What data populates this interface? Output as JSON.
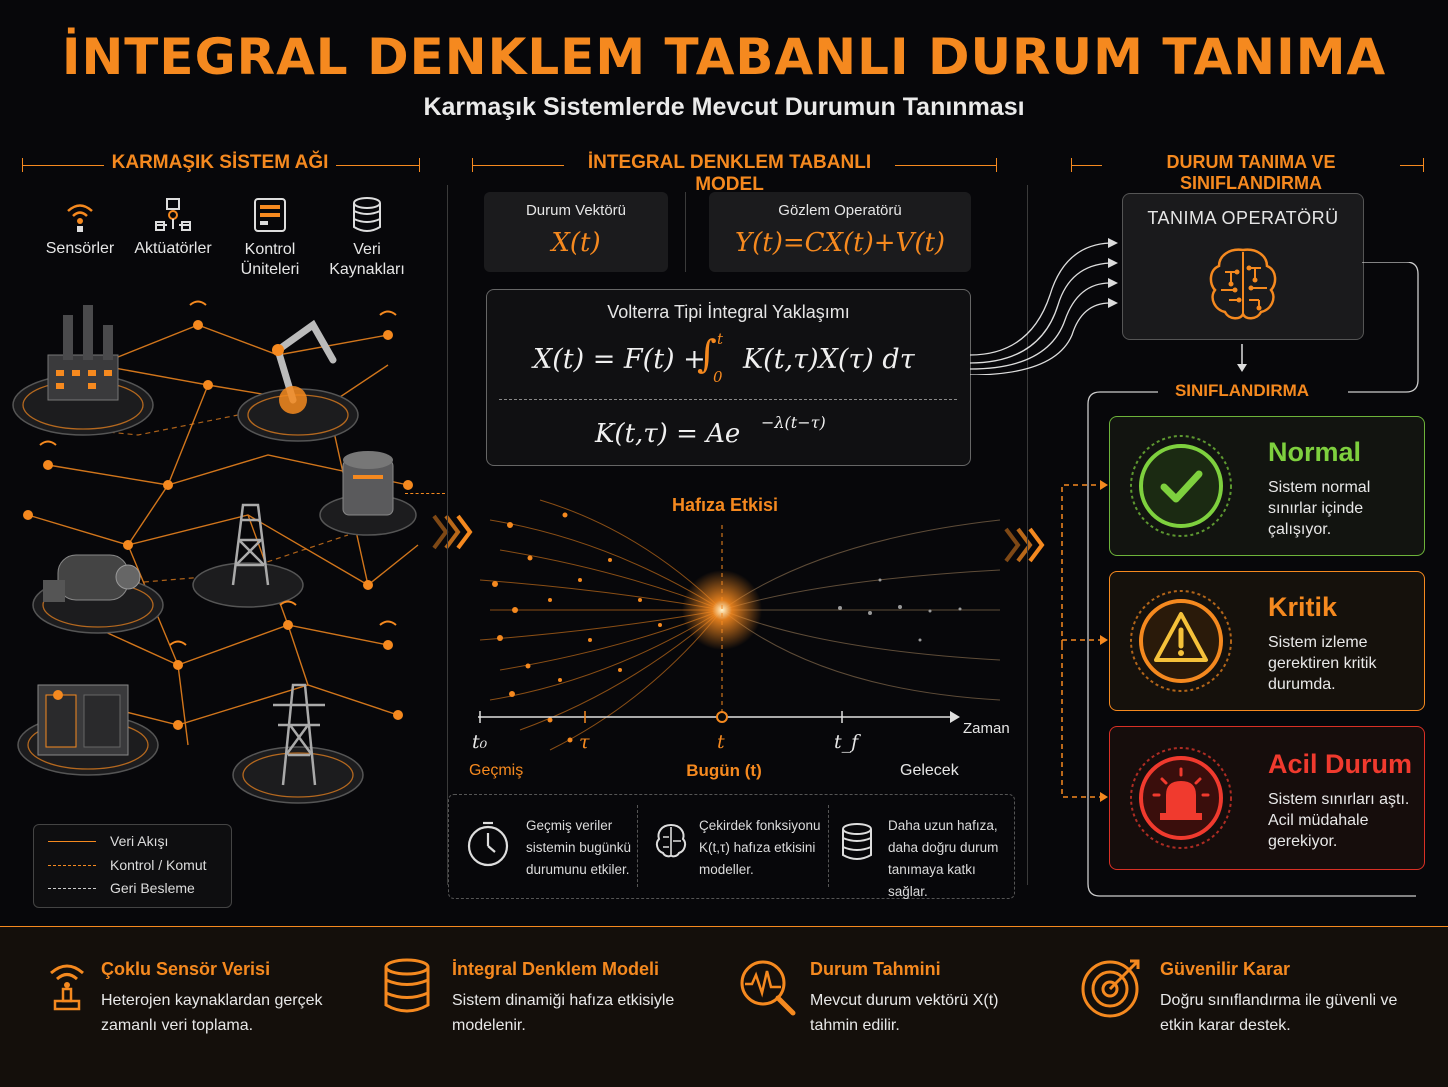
{
  "header": {
    "title": "İNTEGRAL DENKLEM TABANLI DURUM TANIMA",
    "subtitle": "Karmaşık Sistemlerde Mevcut Durumun Tanınması"
  },
  "left": {
    "heading": "KARMAŞIK SİSTEM AĞI",
    "icons": [
      {
        "icon": "wifi-sensor-icon",
        "label": "Sensörler"
      },
      {
        "icon": "actuator-icon",
        "label": "Aktüatörler"
      },
      {
        "icon": "control-unit-icon",
        "label": "Kontrol Üniteleri"
      },
      {
        "icon": "database-icon",
        "label": "Veri Kaynakları"
      }
    ],
    "legend": {
      "flow": "Veri Akışı",
      "control": "Kontrol / Komut",
      "feedback": "Geri Besleme"
    }
  },
  "middle": {
    "heading": "İNTEGRAL DENKLEM TABANLI MODEL",
    "state_label": "Durum Vektörü",
    "state_formula": "X(t)",
    "obs_label": "Gözlem Operatörü",
    "obs_formula": "Y(t)=CX(t)+V(t)",
    "volterra_title": "Volterra Tipi İntegral Yaklaşımı",
    "volterra_formula_lhs": "X(t) = F(t) + ",
    "volterra_formula_rhs": "K(t,τ)X(τ) dτ",
    "int_upper": "t",
    "int_lower": "0",
    "kernel_formula": "K(t,τ) = Ae",
    "kernel_exp": "−λ(t−τ)",
    "memory_title": "Hafıza Etkisi",
    "timeline": {
      "axis_label": "Zaman",
      "ticks": [
        "t₀",
        "τ",
        "t",
        "t_f"
      ],
      "past": "Geçmiş",
      "present": "Bugün (t)",
      "future": "Gelecek"
    },
    "notes": [
      {
        "icon": "clock-icon",
        "text": [
          "Geçmiş veriler",
          "sistemin bugünkü",
          "durumunu etkiler."
        ]
      },
      {
        "icon": "brain-chip-icon",
        "text": [
          "Çekirdek fonksiyonu",
          "K(t,τ) hafıza etkisini",
          "modeller."
        ]
      },
      {
        "icon": "database-icon",
        "text": [
          "Daha uzun hafıza,",
          "daha doğru durum",
          "tanımaya katkı sağlar."
        ]
      }
    ]
  },
  "right": {
    "heading": "DURUM TANIMA VE SINIFLANDIRMA",
    "operator_title": "TANIMA OPERATÖRÜ",
    "classification_title": "SINIFLANDIRMA",
    "classes": [
      {
        "name": "Normal",
        "color": "#7ed03e",
        "icon": "check-icon",
        "text": [
          "Sistem normal",
          "sınırlar içinde",
          "çalışıyor."
        ]
      },
      {
        "name": "Kritik",
        "color": "#f5891f",
        "icon": "warning-icon",
        "text": [
          "Sistem izleme",
          "gerektiren kritik",
          "durumda."
        ]
      },
      {
        "name": "Acil Durum",
        "color": "#f03a2e",
        "icon": "alarm-icon",
        "text": [
          "Sistem sınırları aştı.",
          "Acil müdahale",
          "gerekiyor."
        ]
      }
    ]
  },
  "footer": [
    {
      "icon": "sensor-icon",
      "title": "Çoklu Sensör Verisi",
      "text": [
        "Heterojen kaynaklardan gerçek",
        "zamanlı veri toplama."
      ]
    },
    {
      "icon": "database-icon",
      "title": "İntegral Denklem Modeli",
      "text": [
        "Sistem dinamiği hafıza etkisiyle",
        "modelenir."
      ]
    },
    {
      "icon": "search-wave-icon",
      "title": "Durum Tahmini",
      "text": [
        "Mevcut durum vektörü X(t)",
        "tahmin edilir."
      ]
    },
    {
      "icon": "target-icon",
      "title": "Güvenilir Karar",
      "text": [
        "Doğru sınıflandırma ile güvenli ve",
        "etkin karar destek."
      ]
    }
  ],
  "colors": {
    "accent": "#f5891f",
    "normal": "#7ed03e",
    "critical": "#f5891f",
    "emergency": "#f03a2e"
  }
}
